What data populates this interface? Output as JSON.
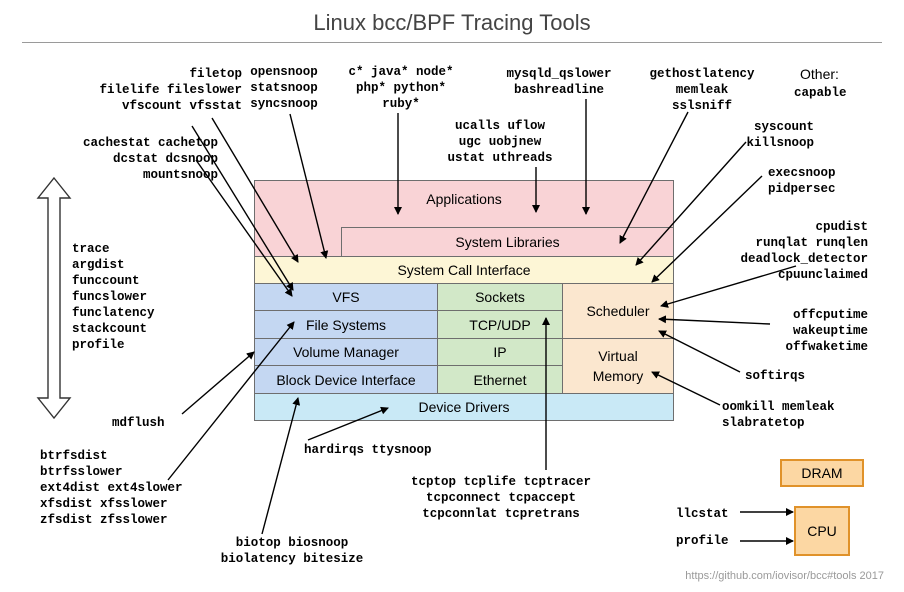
{
  "title": "Linux bcc/BPF Tracing Tools",
  "credit": "https://github.com/iovisor/bcc#tools 2017",
  "stack": {
    "applications": "Applications",
    "system_libraries": "System Libraries",
    "syscall_interface": "System Call Interface",
    "vfs": "VFS",
    "file_systems": "File Systems",
    "volume_manager": "Volume Manager",
    "block_device_interface": "Block Device Interface",
    "sockets": "Sockets",
    "tcp_udp": "TCP/UDP",
    "ip": "IP",
    "ethernet": "Ethernet",
    "scheduler": "Scheduler",
    "virtual_memory": [
      "Virtual",
      "Memory"
    ],
    "device_drivers": "Device Drivers"
  },
  "hardware": {
    "dram": "DRAM",
    "cpu": "CPU"
  },
  "tools": {
    "filetop": [
      "filetop",
      "filelife fileslower",
      "vfscount vfsstat"
    ],
    "cachestat": [
      "cachestat cachetop",
      "dcstat dcsnoop",
      "mountsnoop"
    ],
    "opensnoop": [
      "opensnoop",
      "statsnoop",
      "syncsnoop"
    ],
    "lang": [
      "c* java* node*",
      "php* python*",
      "ruby*"
    ],
    "mysqld": [
      "mysqld_qslower",
      "bashreadline"
    ],
    "ucalls": [
      "ucalls uflow",
      "ugc uobjnew",
      "ustat uthreads"
    ],
    "gethostlatency": [
      "gethostlatency",
      "memleak",
      "sslsniff"
    ],
    "other_label": "Other:",
    "other": [
      "capable"
    ],
    "syscount": [
      "syscount",
      "killsnoop"
    ],
    "execsnoop": [
      "execsnoop",
      "pidpersec"
    ],
    "cpudist": [
      "cpudist",
      "runqlat runqlen",
      "deadlock_detector",
      "cpuunclaimed"
    ],
    "offcpu": [
      "offcputime",
      "wakeuptime",
      "offwaketime"
    ],
    "softirqs": [
      "softirqs"
    ],
    "oomkill": [
      "oomkill memleak",
      "slabratetop"
    ],
    "trace": [
      "trace",
      "argdist",
      "funccount",
      "funcslower",
      "funclatency",
      "stackcount",
      "profile"
    ],
    "mdflush": [
      "mdflush"
    ],
    "btrfs": [
      "btrfsdist",
      "btrfsslower",
      "ext4dist ext4slower",
      "xfsdist xfsslower",
      "zfsdist zfsslower"
    ],
    "hardirqs": [
      "hardirqs ttysnoop"
    ],
    "tcptop": [
      "tcptop tcplife tcptracer",
      "tcpconnect tcpaccept",
      "tcpconnlat tcpretrans"
    ],
    "biotop": [
      "biotop biosnoop",
      "biolatency bitesize"
    ],
    "llcstat": [
      "llcstat"
    ],
    "profile2": [
      "profile"
    ]
  },
  "colors": {
    "applications": "#f9d3d6",
    "syscall": "#fdf6d6",
    "fs": "#c4d7f2",
    "net": "#d2e8c8",
    "sched": "#fbe7cf",
    "drivers": "#c9e9f6",
    "hardware": "#fcd7a3",
    "hw_border": "#e0922a"
  }
}
